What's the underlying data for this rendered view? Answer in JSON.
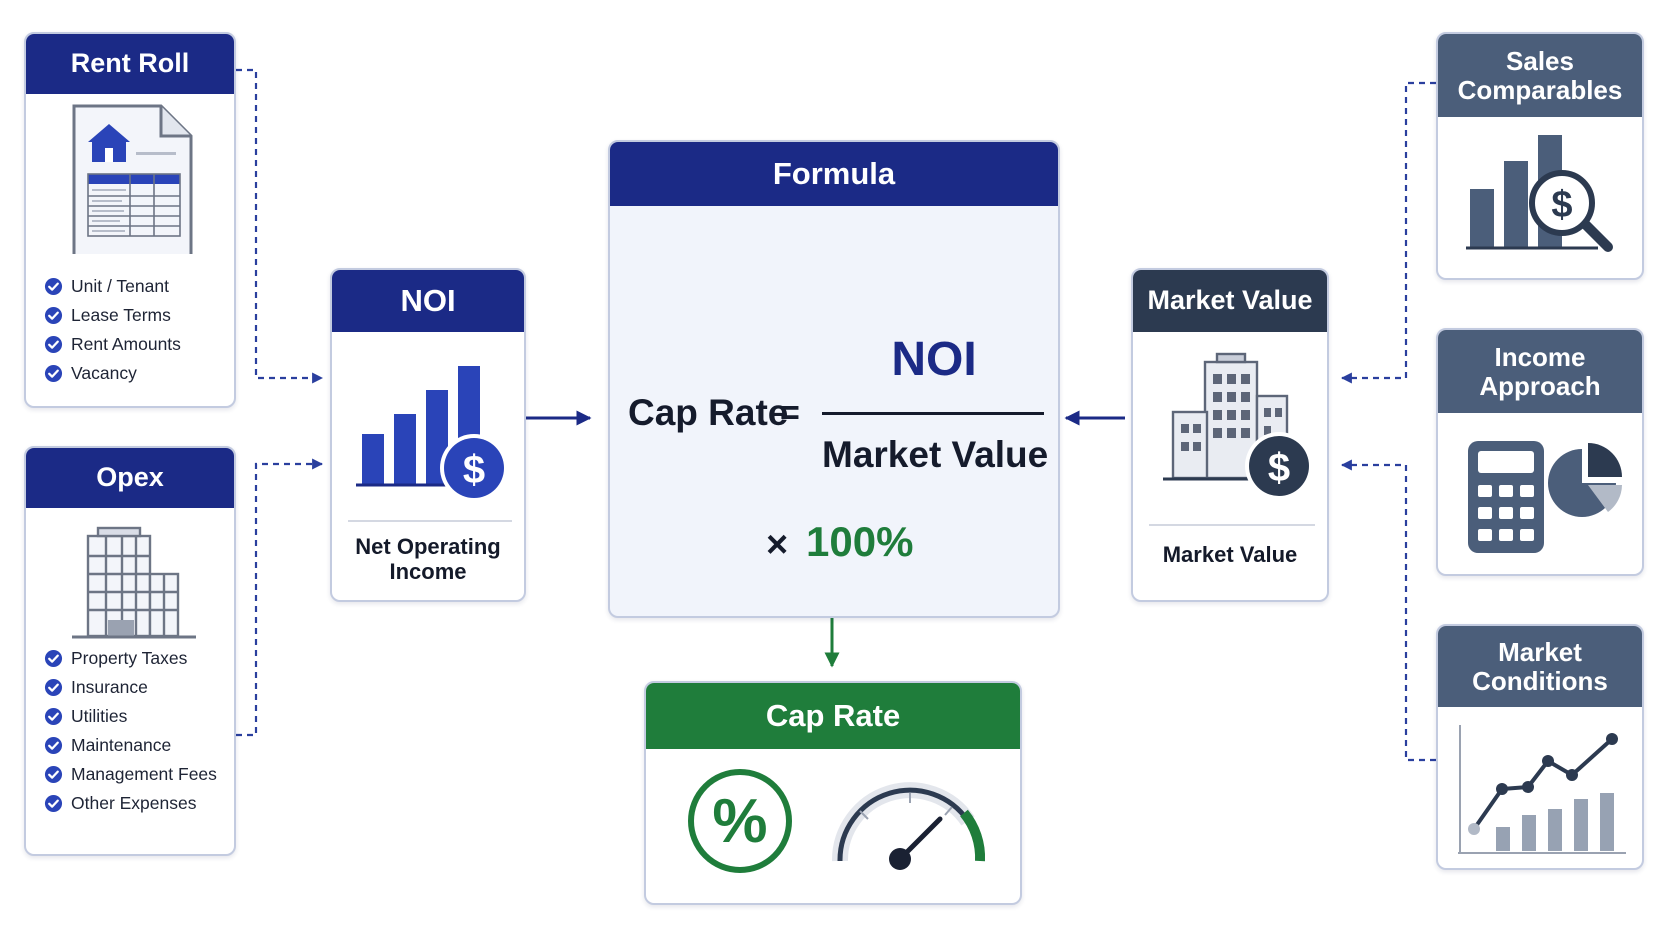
{
  "rent_roll": {
    "title": "Rent Roll",
    "items": [
      "Unit / Tenant",
      "Lease Terms",
      "Rent Amounts",
      "Vacancy"
    ]
  },
  "opex": {
    "title": "Opex",
    "items": [
      "Property Taxes",
      "Insurance",
      "Utilities",
      "Maintenance",
      "Management Fees",
      "Other Expenses"
    ]
  },
  "noi": {
    "title": "NOI",
    "caption_line1": "Net Operating",
    "caption_line2": "Income"
  },
  "formula": {
    "title": "Formula",
    "lhs": "Cap Rate",
    "equals": "=",
    "numerator": "NOI",
    "denominator": "Market Value",
    "multiplier_symbol": "×",
    "multiplier_value": "100%"
  },
  "market_value": {
    "title": "Market Value",
    "caption": "Market Value"
  },
  "cap_rate": {
    "title": "Cap Rate",
    "percent_symbol": "%"
  },
  "sales_comparables": {
    "title_line1": "Sales",
    "title_line2": "Comparables"
  },
  "income_approach": {
    "title_line1": "Income",
    "title_line2": "Approach"
  },
  "market_conditions": {
    "title_line1": "Market",
    "title_line2": "Conditions"
  },
  "colors": {
    "navy": "#1b2a86",
    "accent_blue": "#2a44b8",
    "dark_header": "#2c3a50",
    "slate_header": "#4b5e7a",
    "green": "#1f7d3b",
    "connector_blue": "#2a3f9e"
  },
  "icons": [
    "document-house-icon",
    "office-building-icon",
    "bar-chart-dollar-icon",
    "buildings-dollar-icon",
    "percent-icon",
    "gauge-icon",
    "bar-chart-magnifier-icon",
    "calculator-pie-icon",
    "line-bar-trend-icon",
    "check-circle-icon"
  ]
}
